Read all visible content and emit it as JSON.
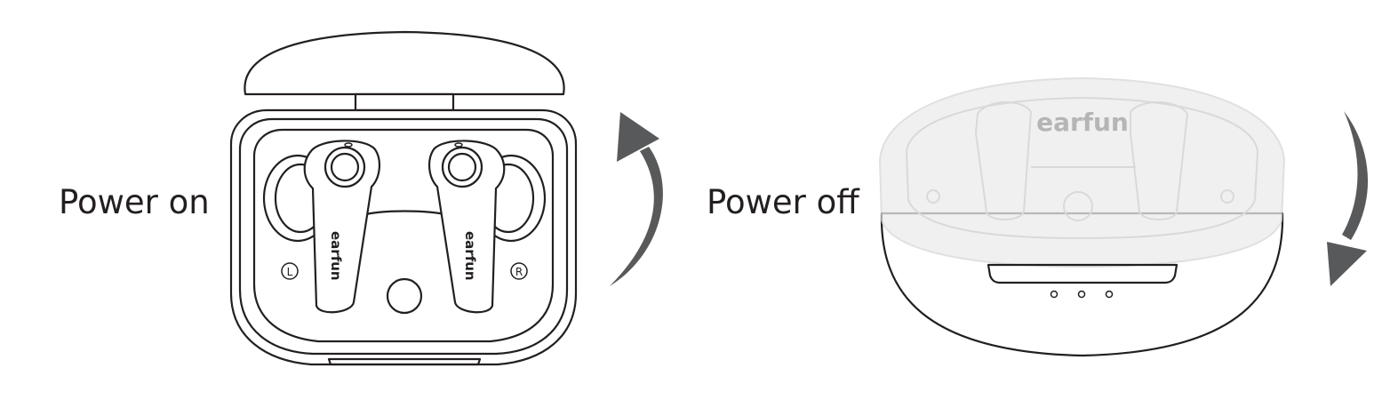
{
  "labels": {
    "power_on": "Power on",
    "power_off": "Power off"
  },
  "brand": {
    "case_logo": "earfun",
    "left_bud_logo": "earfun",
    "right_bud_logo": "earfun"
  },
  "indicators": {
    "left_marker": "L",
    "right_marker": "R",
    "led_count": 3
  },
  "colors": {
    "line": "#231f20",
    "arrow": "#58595b",
    "ghost": "#d9d9d9"
  },
  "icons": {
    "open_arrow": "curved-arrow-up-icon",
    "close_arrow": "curved-arrow-down-icon"
  }
}
